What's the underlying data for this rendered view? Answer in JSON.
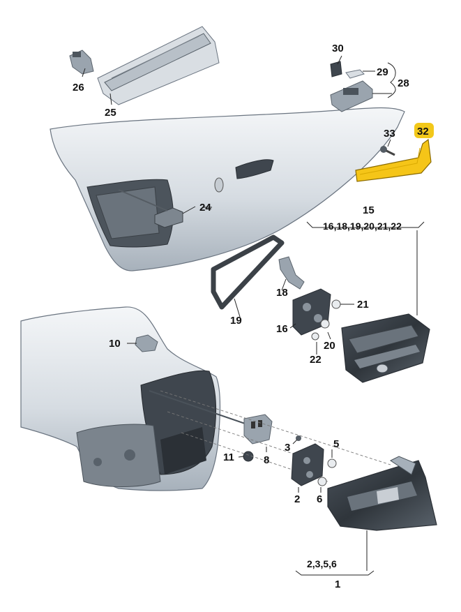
{
  "parts": {
    "p1": "1",
    "p2": "2",
    "p3": "3",
    "p5": "5",
    "p6": "6",
    "p8": "8",
    "p10": "10",
    "p11": "11",
    "p15": "15",
    "p16": "16",
    "p18": "18",
    "p19": "19",
    "p20": "20",
    "p21": "21",
    "p22": "22",
    "p24": "24",
    "p25": "25",
    "p26": "26",
    "p28": "28",
    "p29": "29",
    "p30": "30",
    "p32": "32",
    "p33": "33"
  },
  "groups": {
    "g15": "16,18,19,20,21,22",
    "g1": "2,3,5,6"
  },
  "colors": {
    "highlight_badge": "#f2c81a",
    "highlight_part": "#f5c518",
    "body_light": "#eef1f4",
    "body_dark": "#a9b3bd"
  }
}
